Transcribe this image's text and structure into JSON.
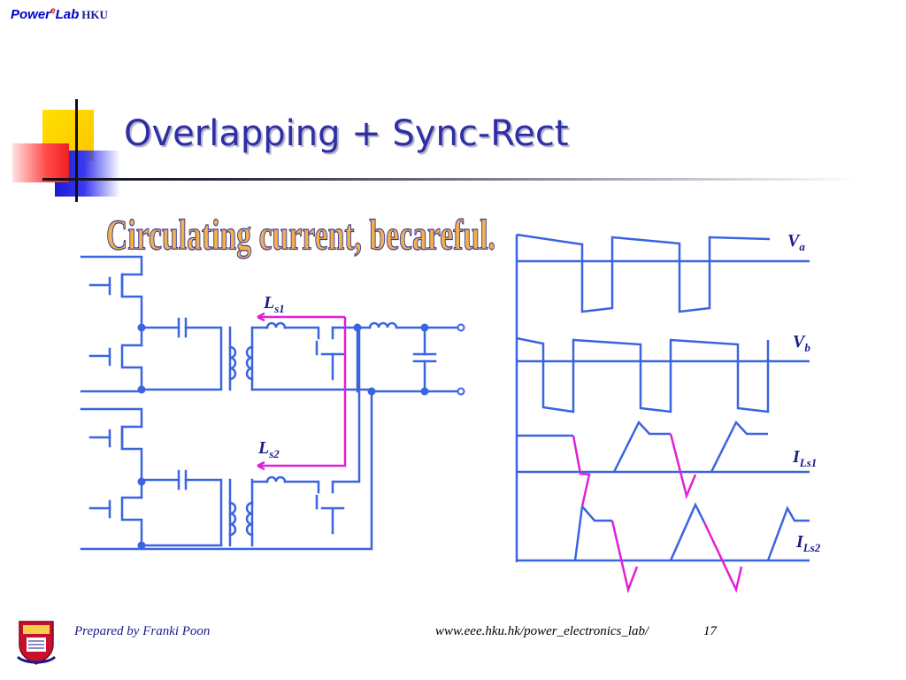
{
  "brand": {
    "power": "Power",
    "sup": "e",
    "lab": "Lab",
    "org": "HKU"
  },
  "slide": {
    "title": "Overlapping + Sync-Rect",
    "banner": "Circulating current, becareful."
  },
  "schematic": {
    "labels": {
      "ls1_main": "L",
      "ls1_sub": "s1",
      "ls2_main": "L",
      "ls2_sub": "s2"
    },
    "colors": {
      "wire": "#3a64e0",
      "path": "#e020d8"
    }
  },
  "waveforms": {
    "labels": {
      "va_main": "V",
      "va_sub": "a",
      "vb_main": "V",
      "vb_sub": "b",
      "ils1_main": "I",
      "ils1_sub": "Ls1",
      "ils2_main": "I",
      "ils2_sub": "Ls2"
    },
    "colors": {
      "trace": "#3a64e0",
      "overlap": "#e020d8"
    }
  },
  "footer": {
    "prepared_by": "Prepared by Franki Poon",
    "url": "www.eee.hku.hk/power_electronics_lab/",
    "page": "17"
  },
  "colors": {
    "title": "#2e2ea6",
    "banner_fill": "#f2b14a",
    "banner_stroke": "#3a3aa0",
    "footer_text": "#1a1a8c",
    "deco_yellow": "#ffd000",
    "deco_red": "#ff4040",
    "deco_blue": "#2020d8"
  },
  "icons": {
    "crest": "university-crest-icon"
  }
}
